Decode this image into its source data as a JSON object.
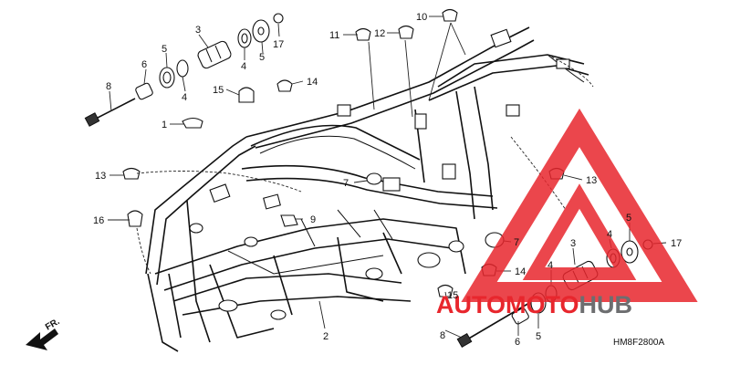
{
  "diagram": {
    "callouts": {
      "c_3_top": "3",
      "c_5_top": "5",
      "c_6_top": "6",
      "c_4_top": "4",
      "c_4_top2": "4",
      "c_5_top2": "5",
      "c_17_top": "17",
      "c_8_top": "8",
      "c_1": "1",
      "c_15_top": "15",
      "c_14_top": "14",
      "c_11": "11",
      "c_12": "12",
      "c_10": "10",
      "c_13_left": "13",
      "c_7_mid": "7",
      "c_16": "16",
      "c_9": "9",
      "c_2": "2",
      "c_13_right": "13",
      "c_7_right": "7",
      "c_3_bottom": "3",
      "c_4_bottom": "4",
      "c_5_bottom": "5",
      "c_4_bottom2": "4",
      "c_17_bottom": "17",
      "c_14_bottom": "14",
      "c_15_bottom": "15",
      "c_8_bottom": "8",
      "c_6_bottom": "6",
      "c_5_bottom2": "5"
    },
    "direction_label": "FR.",
    "diagram_code": "HM8F2800A"
  },
  "watermark": {
    "text_part1": "AUTO",
    "text_part2": "MOTO",
    "text_part3": "HUB",
    "color_red": "#e8262d",
    "color_gray": "#6d6e70"
  }
}
